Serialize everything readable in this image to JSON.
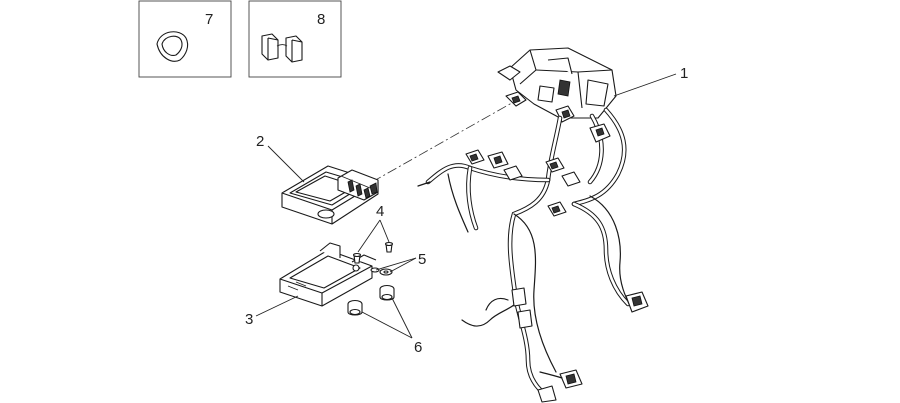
{
  "callouts": {
    "c1": "1",
    "c2": "2",
    "c3": "3",
    "c4": "4",
    "c5": "5",
    "c6": "6",
    "c7": "7",
    "c8": "8"
  },
  "parts": [
    {
      "ref": "1",
      "icon": "wiring-harness-icon"
    },
    {
      "ref": "2",
      "icon": "ecu-control-unit-icon"
    },
    {
      "ref": "3",
      "icon": "ecu-mounting-bracket-icon"
    },
    {
      "ref": "4",
      "icon": "screw-icon"
    },
    {
      "ref": "5",
      "icon": "washer-icon"
    },
    {
      "ref": "6",
      "icon": "rubber-grommet-icon"
    },
    {
      "ref": "7",
      "icon": "cable-tie-clip-icon"
    },
    {
      "ref": "8",
      "icon": "split-sleeve-clip-icon"
    }
  ],
  "colors": {
    "line": "#1a1a1a",
    "background": "#ffffff"
  }
}
